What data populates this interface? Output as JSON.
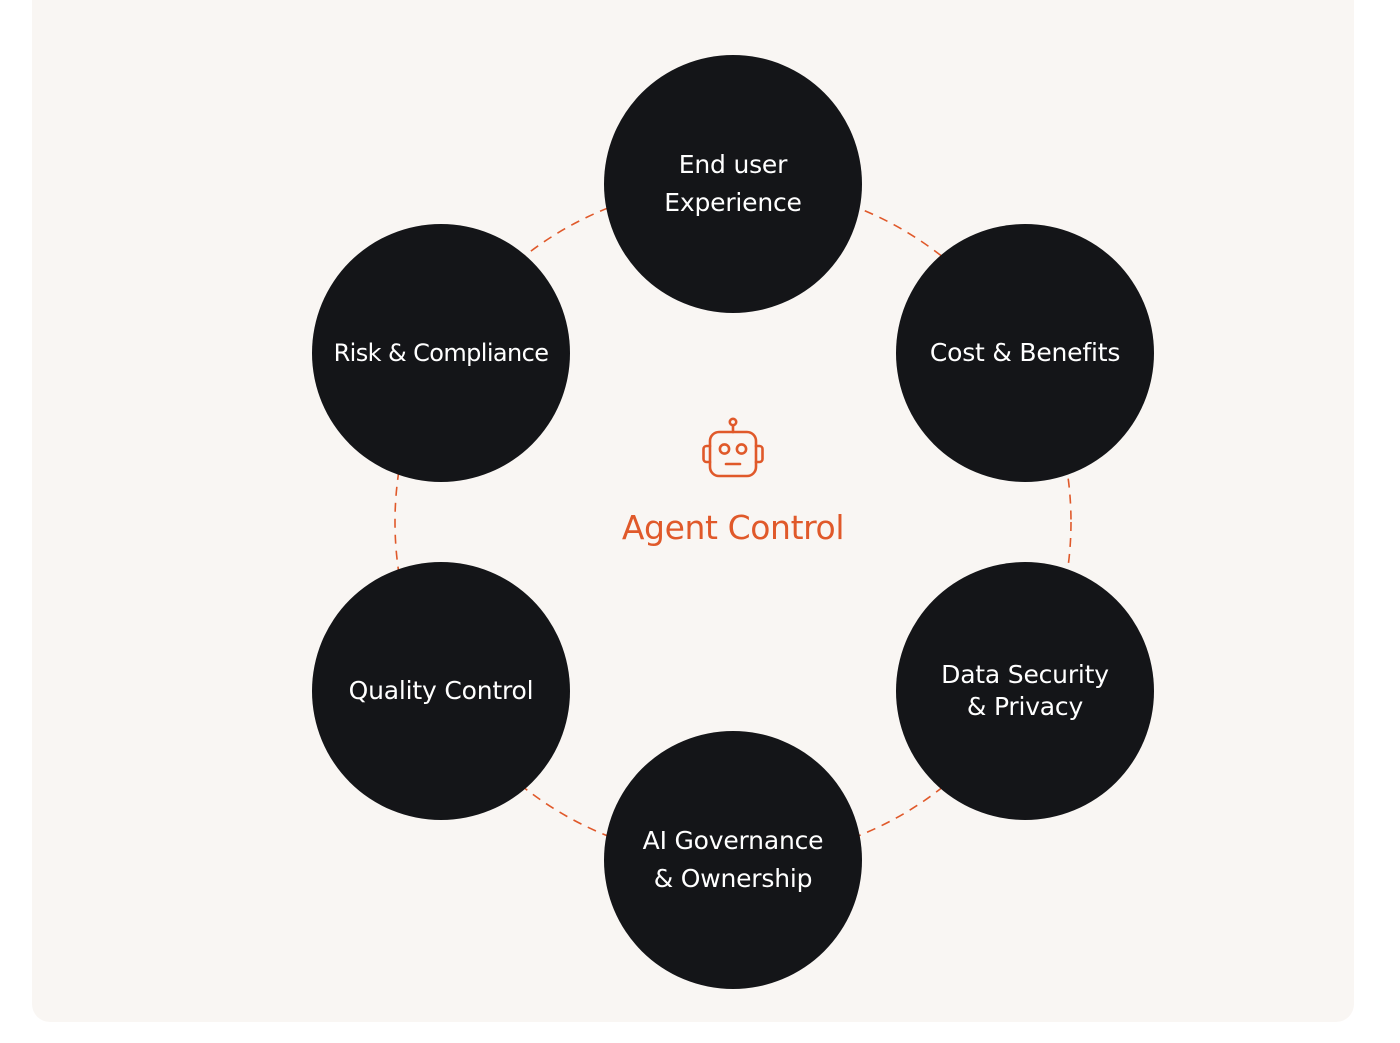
{
  "diagram": {
    "center": {
      "title": "Agent Control",
      "icon": "robot-icon"
    },
    "nodes": [
      {
        "id": "end-user",
        "label": "End user\nExperience"
      },
      {
        "id": "cost",
        "label": "Cost & Benefits"
      },
      {
        "id": "data",
        "label": "Data Security\n& Privacy"
      },
      {
        "id": "ai",
        "label": "AI Governance\n& Ownership"
      },
      {
        "id": "quality",
        "label": "Quality Control"
      },
      {
        "id": "risk",
        "label": "Risk & Compliance"
      }
    ],
    "colors": {
      "background": "#f9f6f3",
      "node_fill": "#141518",
      "node_text": "#ffffff",
      "accent": "#e0592a"
    }
  }
}
